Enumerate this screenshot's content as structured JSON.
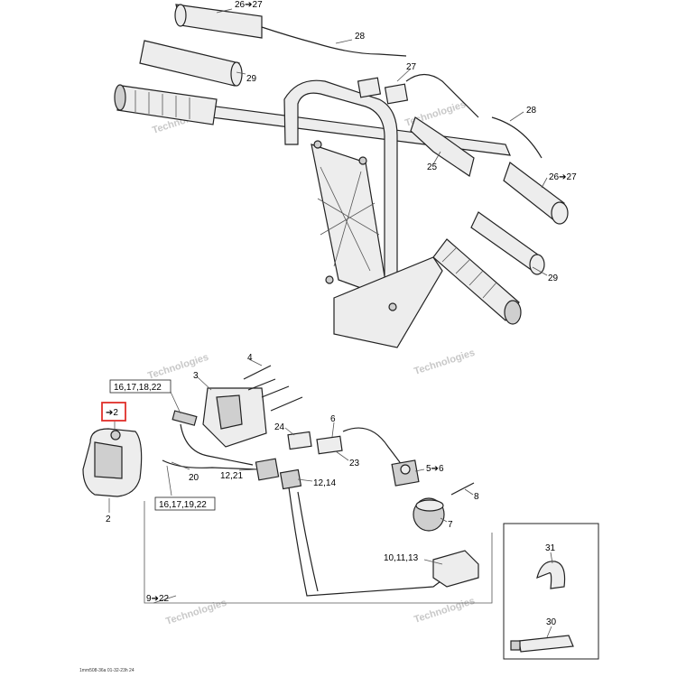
{
  "callouts": {
    "c26_27_top": "26➔27",
    "c28_top": "28",
    "c27": "27",
    "c29_top": "29",
    "c28_right": "28",
    "c25": "25",
    "c26_27_right": "26➔27",
    "c29_right": "29",
    "c4": "4",
    "c3": "3",
    "c16_17_18_22": "16,17,18,22",
    "c_arrow2": "➔2",
    "c24": "24",
    "c6": "6",
    "c20": "20",
    "c12_21": "12,21",
    "c12_14": "12,14",
    "c23": "23",
    "c5_6": "5➔6",
    "c8": "8",
    "c16_17_19_22": "16,17,19,22",
    "c2": "2",
    "c7": "7",
    "c10_11_13": "10,11,13",
    "c31": "31",
    "c9_22": "9➔22",
    "c30": "30"
  },
  "watermark": "Technologies",
  "footer_code": "1mm508-36a 01-32-23h 24",
  "colors": {
    "highlight": "#e0302a",
    "line": "#222222",
    "fill": "#ededed"
  }
}
